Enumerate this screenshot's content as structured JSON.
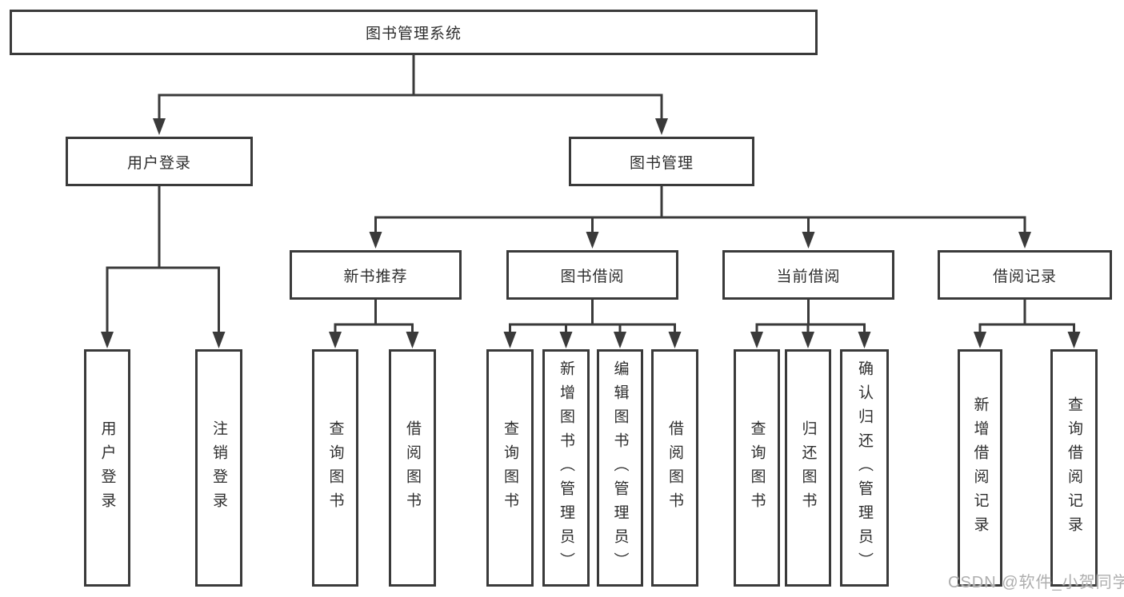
{
  "tree": {
    "label": "图书管理系统",
    "children": [
      {
        "label": "用户登录",
        "children": [
          {
            "label": "用户登录"
          },
          {
            "label": "注销登录"
          }
        ]
      },
      {
        "label": "图书管理",
        "children": [
          {
            "label": "新书推荐",
            "children": [
              {
                "label": "查询图书"
              },
              {
                "label": "借阅图书"
              }
            ]
          },
          {
            "label": "图书借阅",
            "children": [
              {
                "label": "查询图书"
              },
              {
                "label": "新增图书（管理员）"
              },
              {
                "label": "编辑图书（管理员）"
              },
              {
                "label": "借阅图书"
              }
            ]
          },
          {
            "label": "当前借阅",
            "children": [
              {
                "label": "查询图书"
              },
              {
                "label": "归还图书"
              },
              {
                "label": "确认归还（管理员）"
              }
            ]
          },
          {
            "label": "借阅记录",
            "children": [
              {
                "label": "新增借阅记录"
              },
              {
                "label": "查询借阅记录"
              }
            ]
          }
        ]
      }
    ]
  },
  "watermark": "CSDN @软件_小贺同学",
  "colors": {
    "line": "#3a3a3a",
    "text": "#2e2e2e",
    "watermark": "#aeaeae",
    "background": "#ffffff"
  }
}
